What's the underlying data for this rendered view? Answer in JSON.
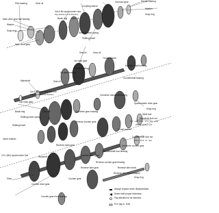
{
  "labels": {
    "pilot_bearing": "Pilot bearing",
    "gear_oil_1": "Gear oil",
    "main_drive_gear_ball_bearing": "Main drive gear ball bearing",
    "washer_1": "Washer",
    "snap_ring_1": "Snap ring",
    "main_drive_gear": "Main drive gear",
    "sync_hub_3rd_4th": "3rd & 4th synchronizer hub",
    "pay_attention_direction_1": "Pay attention to its direction.",
    "coupling_sleeve": "Coupling sleeve",
    "baulk_ring_1": "Baulk ring",
    "gear_oil_2": "Gear oil",
    "third_main_gear": "3rd main gear",
    "needle_bearing_1": "Needle bearing",
    "washer_2": "Washer",
    "snap_ring_2": "Snap ring",
    "shifting_insert_spring_1": "Shifting insert spring",
    "shifting_insert_1": "Shifting insert",
    "seal_oil_1": "Seal oil",
    "gear_oil_3": "Gear oil",
    "thrust_washer_1": "Thrust washer",
    "mainshaft_ball_bearing": "Mainshaft ball bearing",
    "first_main_gear": "1st main gear",
    "needle_bearing_2": "Needle bearing",
    "first_gear_bushing": "1st gear bushing",
    "mainshaft": "Mainshaft",
    "seal_oil_2": "Seal oil",
    "countershaft_bearing": "Countershaft bearing",
    "sync_hub_1st_2nd": "1st & 2nd synchronizer hub",
    "pay_attention_direction_2": "Pay attention to its direction.",
    "overdrive_mainshaft_bearing": "Overdrive mainshaft bearing",
    "speedometer_drive_gear": "Speedometer drive gear",
    "snap_ring_3": "Snap ring",
    "second_main_gear": "2nd main gear",
    "steel_ball": "Steel ball",
    "mainshaft_lock_nut": "Mainshaft lock nut",
    "torque_1": "137 - 167 (14.0 - 17.0, 101 - 123)",
    "without_spacer_tool": "Without spacer tool",
    "thrust_washer_2": "Thrust washer",
    "baulk_ring_2": "Baulk ring",
    "gear_oil_4": "Gear oil",
    "overdrive_gear_bushing": "Overdrive gear bushing",
    "shifting_insert_spring_2": "Shifting insert spring",
    "reverse_counter_gear": "Reverse counter gear",
    "countershaft_lock_nut": "Countershaft lock nut",
    "torque_2": "(13.5 - 15.5, 72 - 94)",
    "shifting_insert_2": "Shifting insert",
    "overdrive_counter_gear": "Overdrive counter gear",
    "countershaft_rear_bearing": "Countershaft rear bearing",
    "reverse_main_gear": "Reverse main gear",
    "insert_retainer": "Insert retainer",
    "overdrive_main_gear": "Overdrive main gear",
    "reverse_counter_gear_bearing": "Reverse counter gear bearing",
    "woodruff_key": "Woodruff key",
    "od_sync_hub": "O.D. (5th) synchronizer hub",
    "reverse_idler_gear": "Reverse idler gear",
    "reverse_idler_shaft": "Reverse idler shaft",
    "counter_gear": "Counter gear",
    "reverse_idler_thrust_washer": "Reverse idler thrust washer",
    "snap_ring_4": "Snap ring",
    "shim": "Shim",
    "counter_drive_gear": "Counter drive gear",
    "counter_gear_front_bearing": "Counter gear front bearing",
    "legend_replace": "Always replace when disassembled",
    "legend_select": "Select with proper thickness",
    "legend_attention": "Pay attention to its direction.",
    "legend_torque": "N·m (kg-m, ft-lb)"
  }
}
